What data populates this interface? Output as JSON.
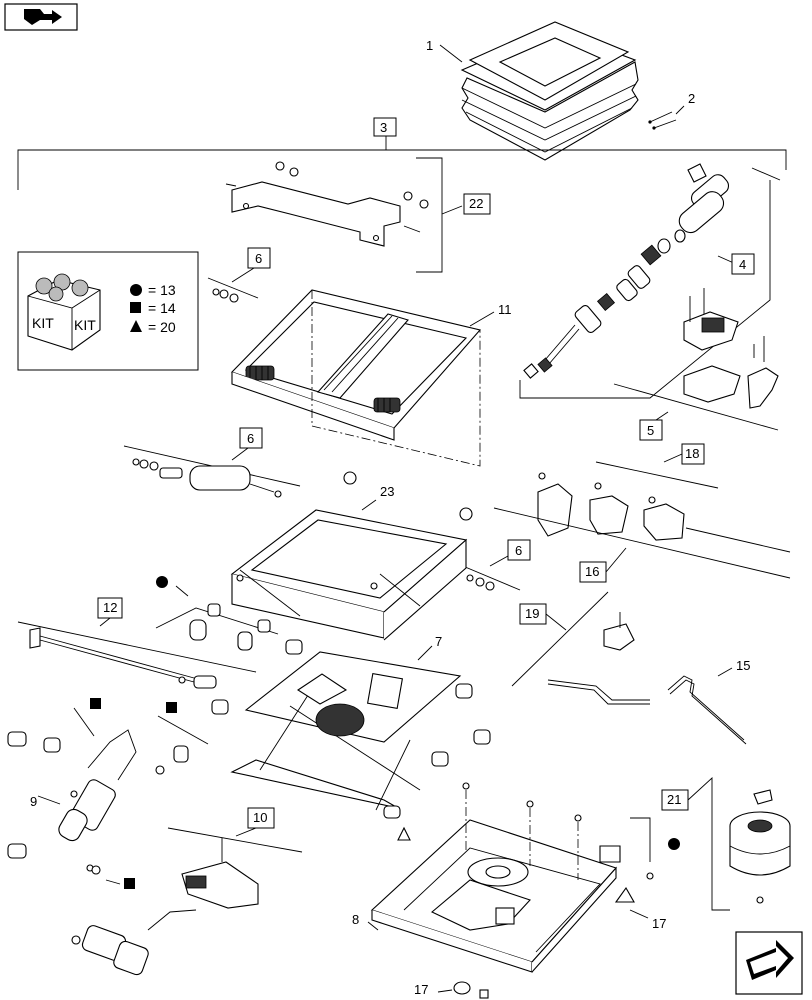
{
  "callouts": {
    "c1": "1",
    "c2": "2",
    "c3": "3",
    "c4": "4",
    "c5": "5",
    "c6a": "6",
    "c6b": "6",
    "c6c": "6",
    "c7": "7",
    "c8": "8",
    "c9": "9",
    "c10": "10",
    "c11": "11",
    "c12": "12",
    "c15": "15",
    "c16": "16",
    "c17a": "17",
    "c17b": "17",
    "c18": "18",
    "c19": "19",
    "c21": "21",
    "c22": "22",
    "c23": "23"
  },
  "kit_legend": {
    "box_text_1": "KIT",
    "box_text_2": "KIT",
    "circle_eq": "= 13",
    "square_eq": "= 14",
    "triangle_eq": "= 20"
  },
  "icons": {
    "top_left": "book-arrow-icon",
    "bottom_right": "next-page-arrow-icon"
  }
}
